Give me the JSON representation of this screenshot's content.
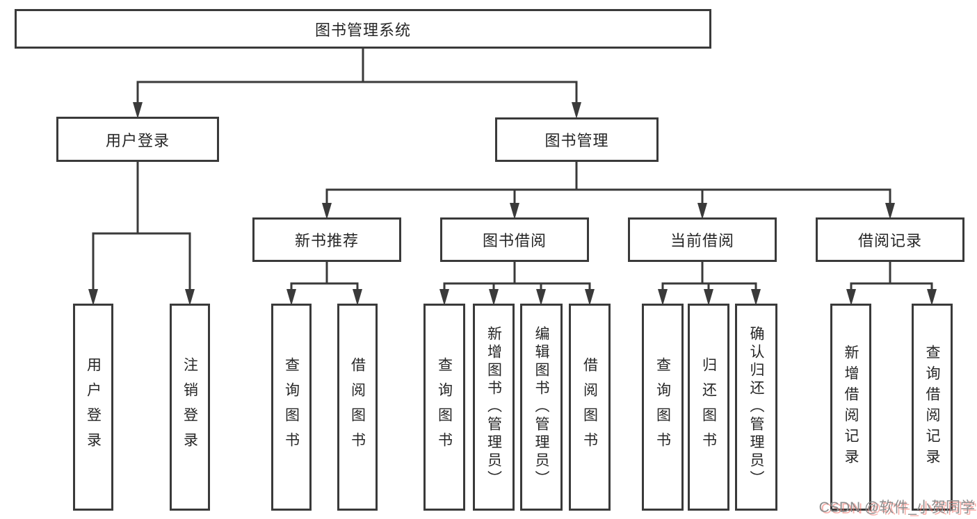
{
  "tree": {
    "root": {
      "label": "图书管理系统"
    },
    "branches": [
      {
        "label": "用户登录",
        "leaves": [
          {
            "label": "用户登录"
          },
          {
            "label": "注销登录"
          }
        ]
      },
      {
        "label": "图书管理",
        "groups": [
          {
            "label": "新书推荐",
            "leaves": [
              {
                "label": "查询图书"
              },
              {
                "label": "借阅图书"
              }
            ]
          },
          {
            "label": "图书借阅",
            "leaves": [
              {
                "label": "查询图书"
              },
              {
                "label": "新增图书（管理员）"
              },
              {
                "label": "编辑图书（管理员）"
              },
              {
                "label": "借阅图书"
              }
            ]
          },
          {
            "label": "当前借阅",
            "leaves": [
              {
                "label": "查询图书"
              },
              {
                "label": "归还图书"
              },
              {
                "label": "确认归还（管理员）"
              }
            ]
          },
          {
            "label": "借阅记录",
            "leaves": [
              {
                "label": "新增借阅记录"
              },
              {
                "label": "查询借阅记录"
              }
            ]
          }
        ]
      }
    ]
  },
  "watermark": {
    "text": "CSDN @软件_小贺同学"
  },
  "colors": {
    "line": "#3a3a3a",
    "text": "#262626",
    "background": "#ffffff",
    "watermark": "#8d8d8d",
    "watermark_shadow": "#f06e64"
  }
}
